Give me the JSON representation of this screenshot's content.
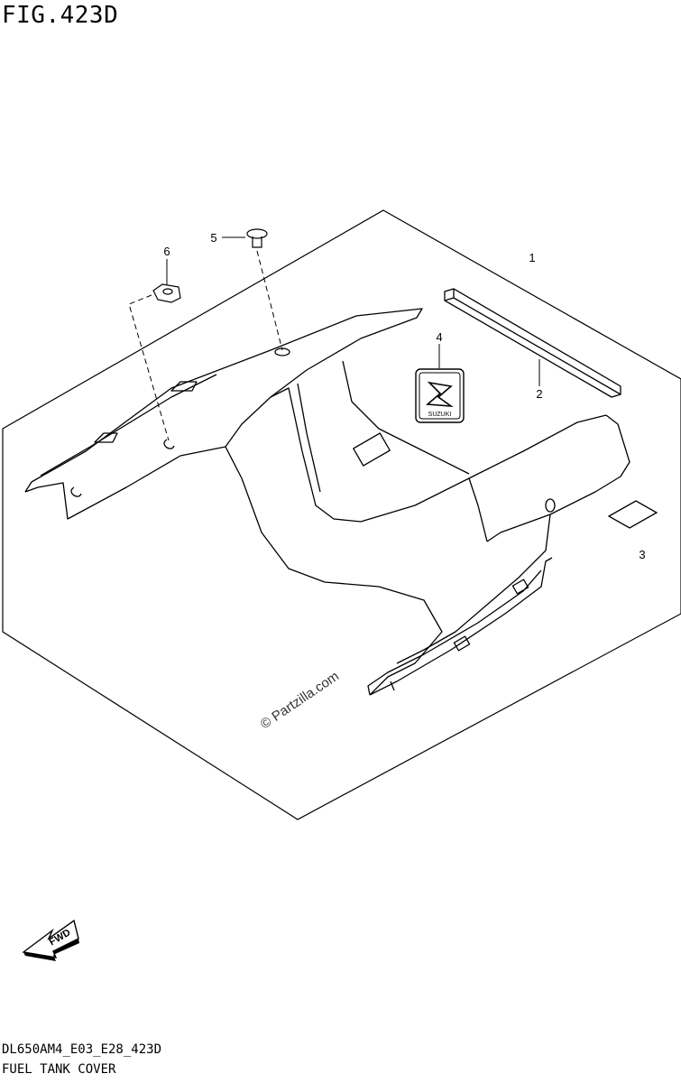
{
  "figure": {
    "title": "FIG.423D",
    "code": "DL650AM4_E03_E28_423D",
    "name": "FUEL TANK COVER"
  },
  "callouts": [
    "1",
    "2",
    "3",
    "4",
    "5",
    "6"
  ],
  "watermark": "© Partzilla.com",
  "fwd_label": "FWD",
  "emblem_text": "SUZUKI"
}
